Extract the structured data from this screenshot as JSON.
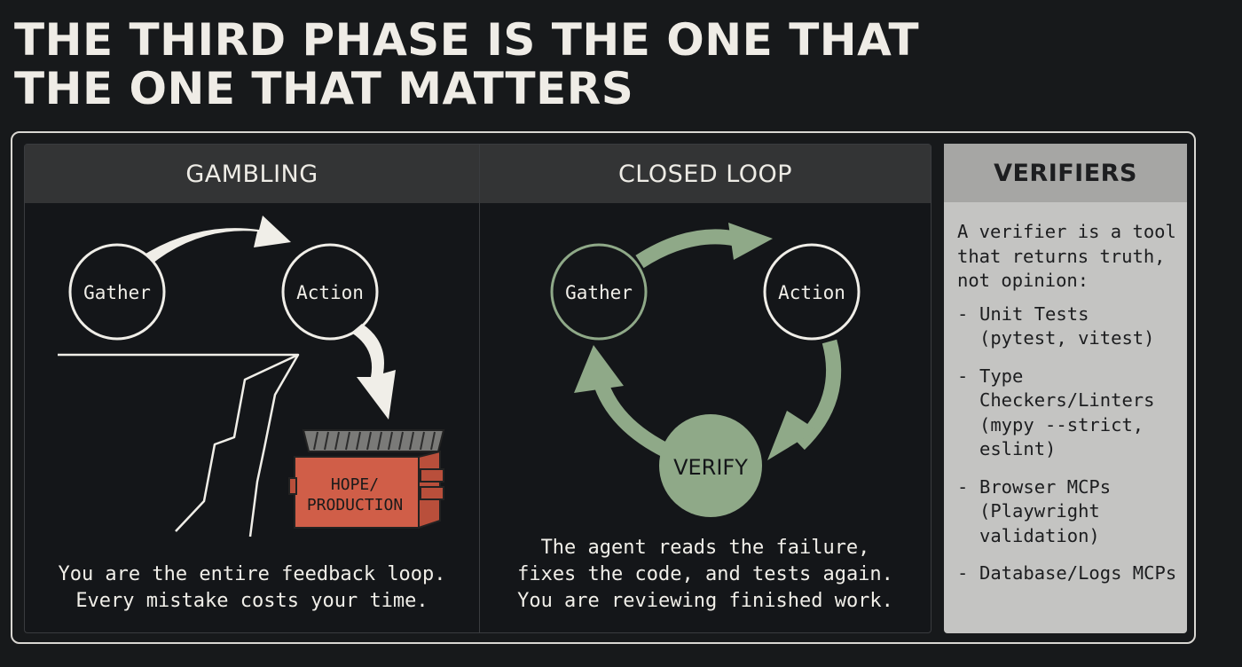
{
  "title": {
    "line1": "THE THIRD PHASE IS THE ONE THAT",
    "line2": "THE ONE THAT MATTERS"
  },
  "gambling": {
    "header": "GAMBLING",
    "node_gather": "Gather",
    "node_action": "Action",
    "dumpster_line1": "HOPE/",
    "dumpster_line2": "PRODUCTION",
    "caption_line1": "You are the entire feedback loop.",
    "caption_line2": "Every mistake costs your time.",
    "colors": {
      "arrow": "#f0eee8",
      "dumpster": "#d05e48"
    }
  },
  "closed_loop": {
    "header": "CLOSED LOOP",
    "node_gather": "Gather",
    "node_action": "Action",
    "node_verify": "VERIFY",
    "caption_line1": "The agent reads the failure,",
    "caption_line2": "fixes the code, and tests again.",
    "caption_line3": "You are reviewing finished work.",
    "colors": {
      "loop": "#8fa988"
    }
  },
  "verifiers": {
    "header": "VERIFIERS",
    "intro": "A verifier is a tool that returns truth, not opinion:",
    "items": [
      "Unit Tests (pytest, vitest)",
      "Type Checkers/Linters (mypy --strict, eslint)",
      "Browser MCPs (Playwright validation)",
      "Database/Logs MCPs"
    ]
  }
}
